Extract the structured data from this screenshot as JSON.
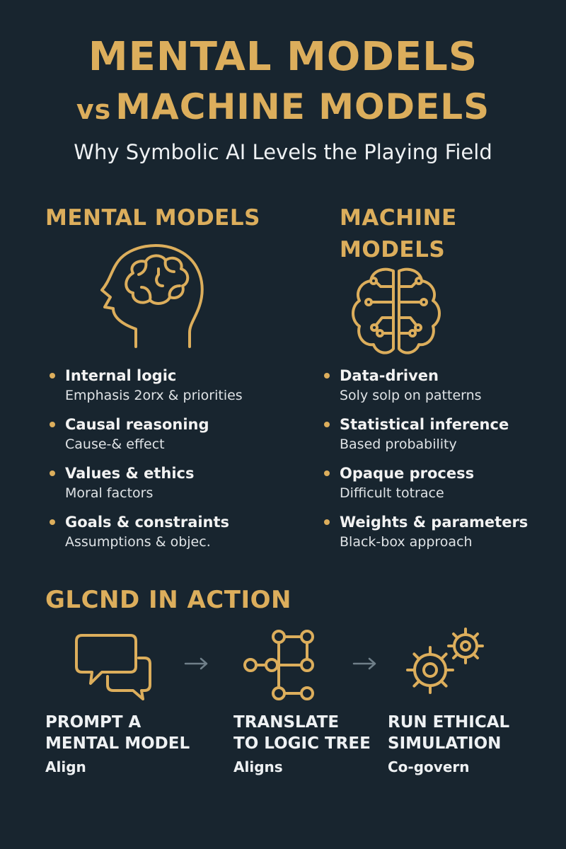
{
  "header": {
    "title_line1": "MENTAL MODELS",
    "title_vs": "vs",
    "title_line2": "MACHINE MODELS",
    "subtitle": "Why Symbolic AI Levels the Playing Field"
  },
  "mental": {
    "heading": "MENTAL MODELS",
    "icon": "head-brain-icon",
    "items": [
      {
        "title": "Internal logic",
        "desc": "Emphasis 2orx & priorities"
      },
      {
        "title": "Causal reasoning",
        "desc": "Cause-& effect"
      },
      {
        "title": "Values & ethics",
        "desc": "Moral factors"
      },
      {
        "title": "Goals & constraints",
        "desc": "Assumptions & objec."
      }
    ]
  },
  "machine": {
    "heading": "MACHINE MODELS",
    "icon": "circuit-brain-icon",
    "items": [
      {
        "title": "Data-driven",
        "desc": "Soly solp on patterns"
      },
      {
        "title": "Statistical inference",
        "desc": "Based probability"
      },
      {
        "title": "Opaque process",
        "desc": "Difficult totrace"
      },
      {
        "title": "Weights & parameters",
        "desc": "Black-box approach"
      }
    ]
  },
  "action": {
    "title": "GLCND IN ACTION",
    "steps": [
      {
        "title": "PROMPT A\nMENTAL MODEL",
        "sub": "Align",
        "icon": "chat-bubbles-icon"
      },
      {
        "title": "TRANSLATE\nTO LOGIC TREE",
        "sub": "Aligns",
        "icon": "logic-tree-icon"
      },
      {
        "title": "RUN ETHICAL\nSIMULATION",
        "sub": "Co-govern",
        "icon": "gears-icon"
      }
    ]
  },
  "colors": {
    "background": "#18252f",
    "accent": "#dcae5c",
    "text": "#eef1f3"
  }
}
